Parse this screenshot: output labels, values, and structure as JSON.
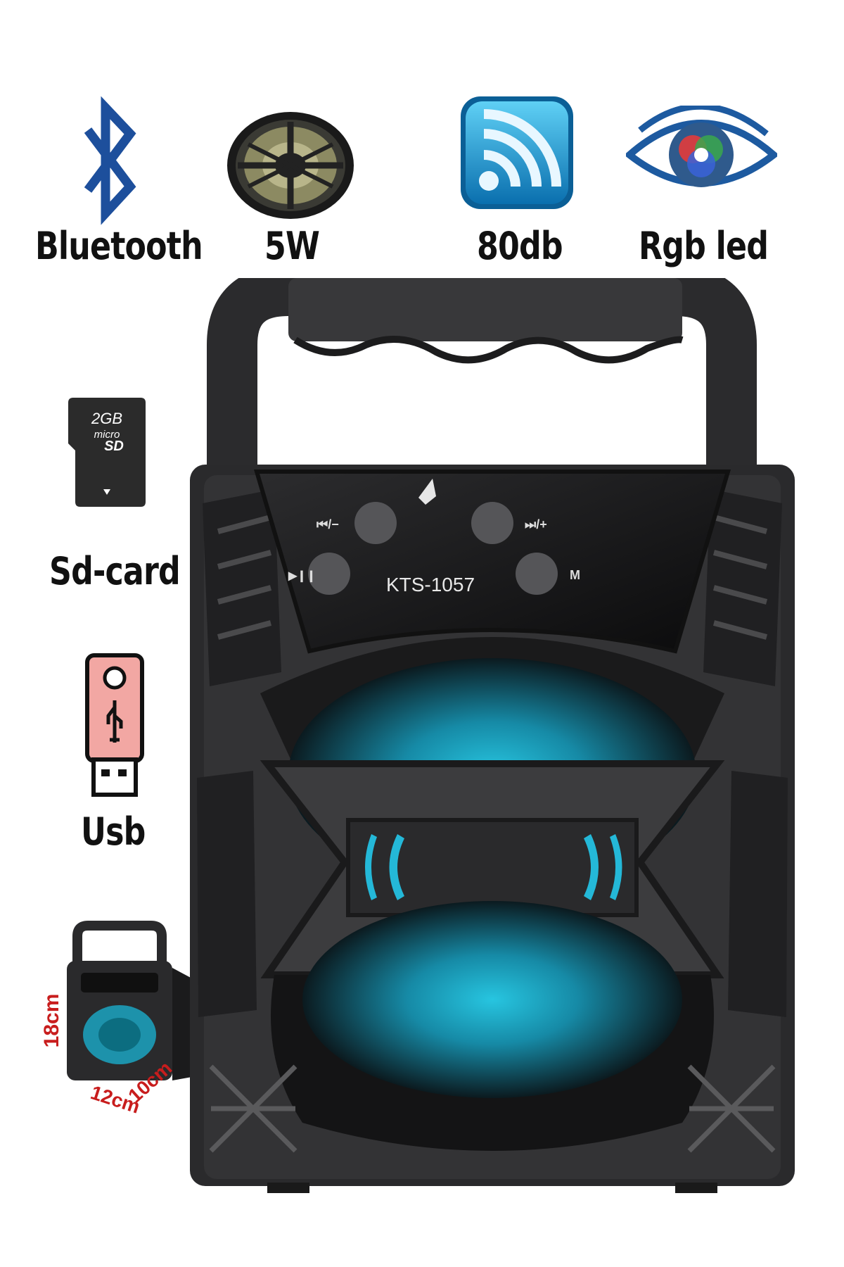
{
  "features": {
    "bluetooth": "Bluetooth",
    "power": "5W",
    "volume": "80db",
    "rgb": "Rgb led",
    "sdcard": "Sd-card",
    "usb": "Usb"
  },
  "sdcard_icon": {
    "capacity": "2GB",
    "brand_line1": "micro",
    "brand_line2": "SD"
  },
  "speaker": {
    "model": "KTS-1057",
    "btn_prev_label": "⏮/−",
    "btn_next_label": "⏭/+",
    "btn_play_label": "▶❙❙",
    "btn_mode_label": "M"
  },
  "dimensions": {
    "height": "18cm",
    "width": "12cm",
    "depth": "10cm"
  },
  "colors": {
    "glow": "#19b6d6",
    "body": "#2a2a2c",
    "bluetooth": "#1d4f9c",
    "usb": "#f2a7a3"
  }
}
